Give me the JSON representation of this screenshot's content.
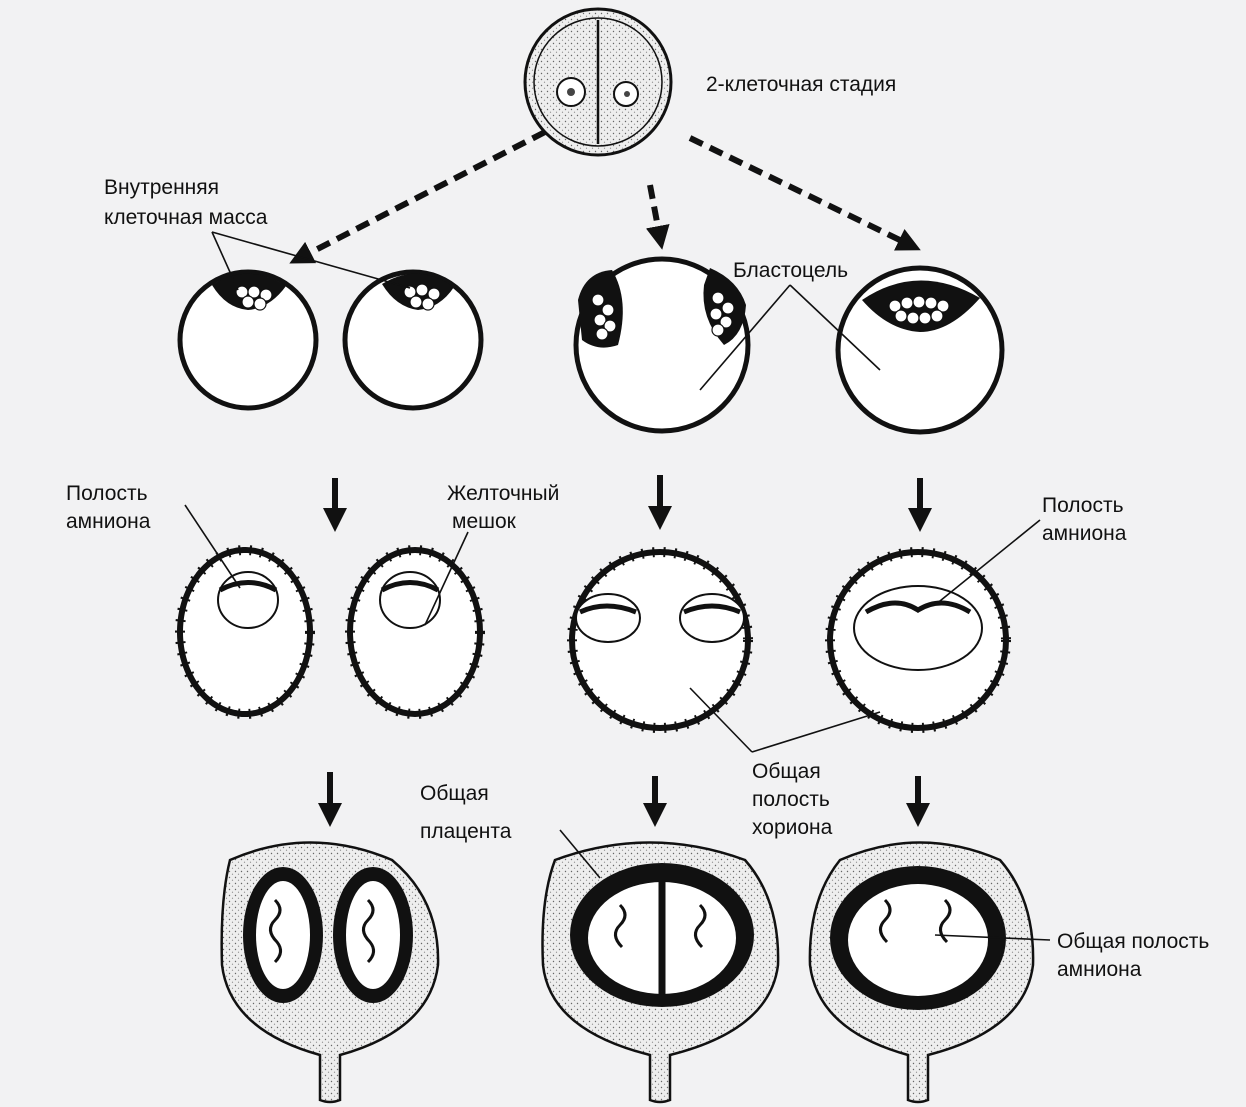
{
  "labels": {
    "two_cell_stage": "2-клеточная стадия",
    "inner_cell_mass": [
      "Внутренняя",
      "клеточная масса"
    ],
    "blastocoel": "Бластоцель",
    "amnion_cavity_left": [
      "Полость",
      "амниона"
    ],
    "yolk_sac": [
      "Желточный",
      "мешок"
    ],
    "amnion_cavity_right": [
      "Полость",
      "амниона"
    ],
    "common_chorion_cavity": [
      "Общая",
      "полость",
      "хориона"
    ],
    "common_placenta": [
      "Общая",
      "плацента"
    ],
    "common_amnion_cavity": [
      "Общая полость",
      "амниона"
    ]
  },
  "colors": {
    "background": "#f2f2f3",
    "ink": "#111111",
    "stipple": "#d6d6d6"
  }
}
